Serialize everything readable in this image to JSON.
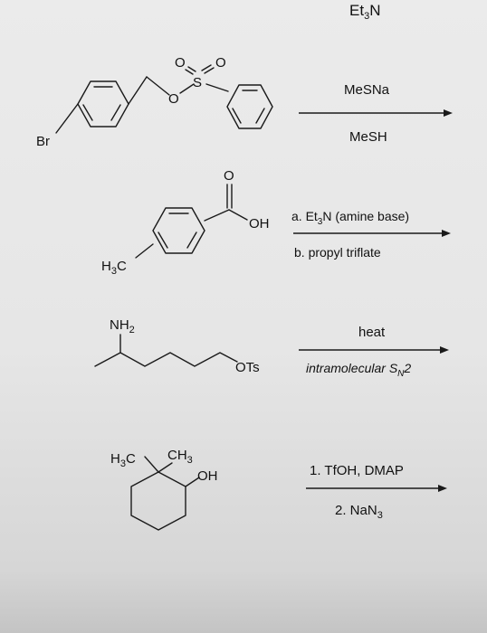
{
  "reaction1": {
    "top_reagent": "Et",
    "top_reagent_sub": "3",
    "top_reagent_end": "N",
    "substituent_br": "Br",
    "sulfonyl_o1": "O",
    "sulfonyl_o2": "O",
    "sulfonyl_s": "S",
    "ester_o": "O",
    "reagent_above": "MeSNa",
    "reagent_below": "MeSH"
  },
  "reaction2": {
    "carbonyl_o": "O",
    "hydroxyl": "OH",
    "methyl_h": "H",
    "methyl_sub": "3",
    "methyl_c": "C",
    "reagent_above_a": "a. Et",
    "reagent_above_sub": "3",
    "reagent_above_b": "N (amine base)",
    "reagent_below": "b. propyl triflate"
  },
  "reaction3": {
    "amine_nh": "NH",
    "amine_sub": "2",
    "leaving_group": "OTs",
    "reagent_above": "heat",
    "reagent_below_a": "intramolecular S",
    "reagent_below_sub": "N",
    "reagent_below_b": "2"
  },
  "reaction4": {
    "methyl1_h": "H",
    "methyl1_sub": "3",
    "methyl1_c": "C",
    "methyl2_ch": "CH",
    "methyl2_sub": "3",
    "hydroxyl": "OH",
    "reagent_above": "1. TfOH, DMAP",
    "reagent_below_a": "2. NaN",
    "reagent_below_sub": "3"
  }
}
